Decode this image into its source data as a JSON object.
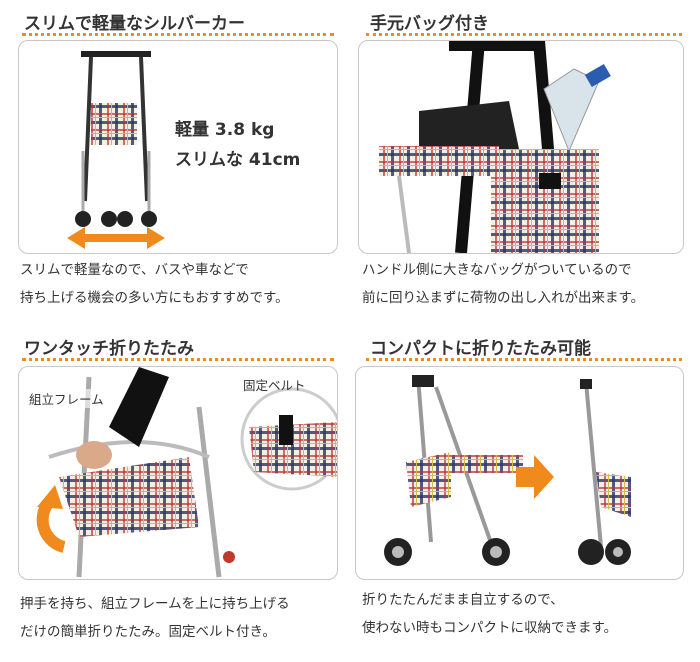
{
  "sections": [
    {
      "title": "スリムで軽量なシルバーカー",
      "lines": [
        "スリムで軽量なので、バスや車などで",
        "持ち上げる機会の多い方にもおすすめです。"
      ],
      "labels": [
        "軽量 3.8 kg",
        "スリムな 41cm"
      ]
    },
    {
      "title": "手元バッグ付き",
      "lines": [
        "ハンドル側に大きなバッグがついているので",
        "前に回り込まずに荷物の出し入れが出来ます。"
      ]
    },
    {
      "title": "ワンタッチ折りたたみ",
      "lines": [
        "押手を持ち、組立フレームを上に持ち上げる",
        "だけの簡単折りたたみ。固定ベルト付き。"
      ],
      "labels": [
        "組立フレーム",
        "固定ベルト"
      ]
    },
    {
      "title": "コンパクトに折りたたみ可能",
      "lines": [
        "折りたたんだまま自立するので、",
        "使わない時もコンパクトに収納できます。"
      ]
    }
  ],
  "colors": {
    "accent": "#f08a1c",
    "plaid_navy": "#2b3566",
    "plaid_red": "#b8323a",
    "plaid_yellow": "#e0c060"
  }
}
